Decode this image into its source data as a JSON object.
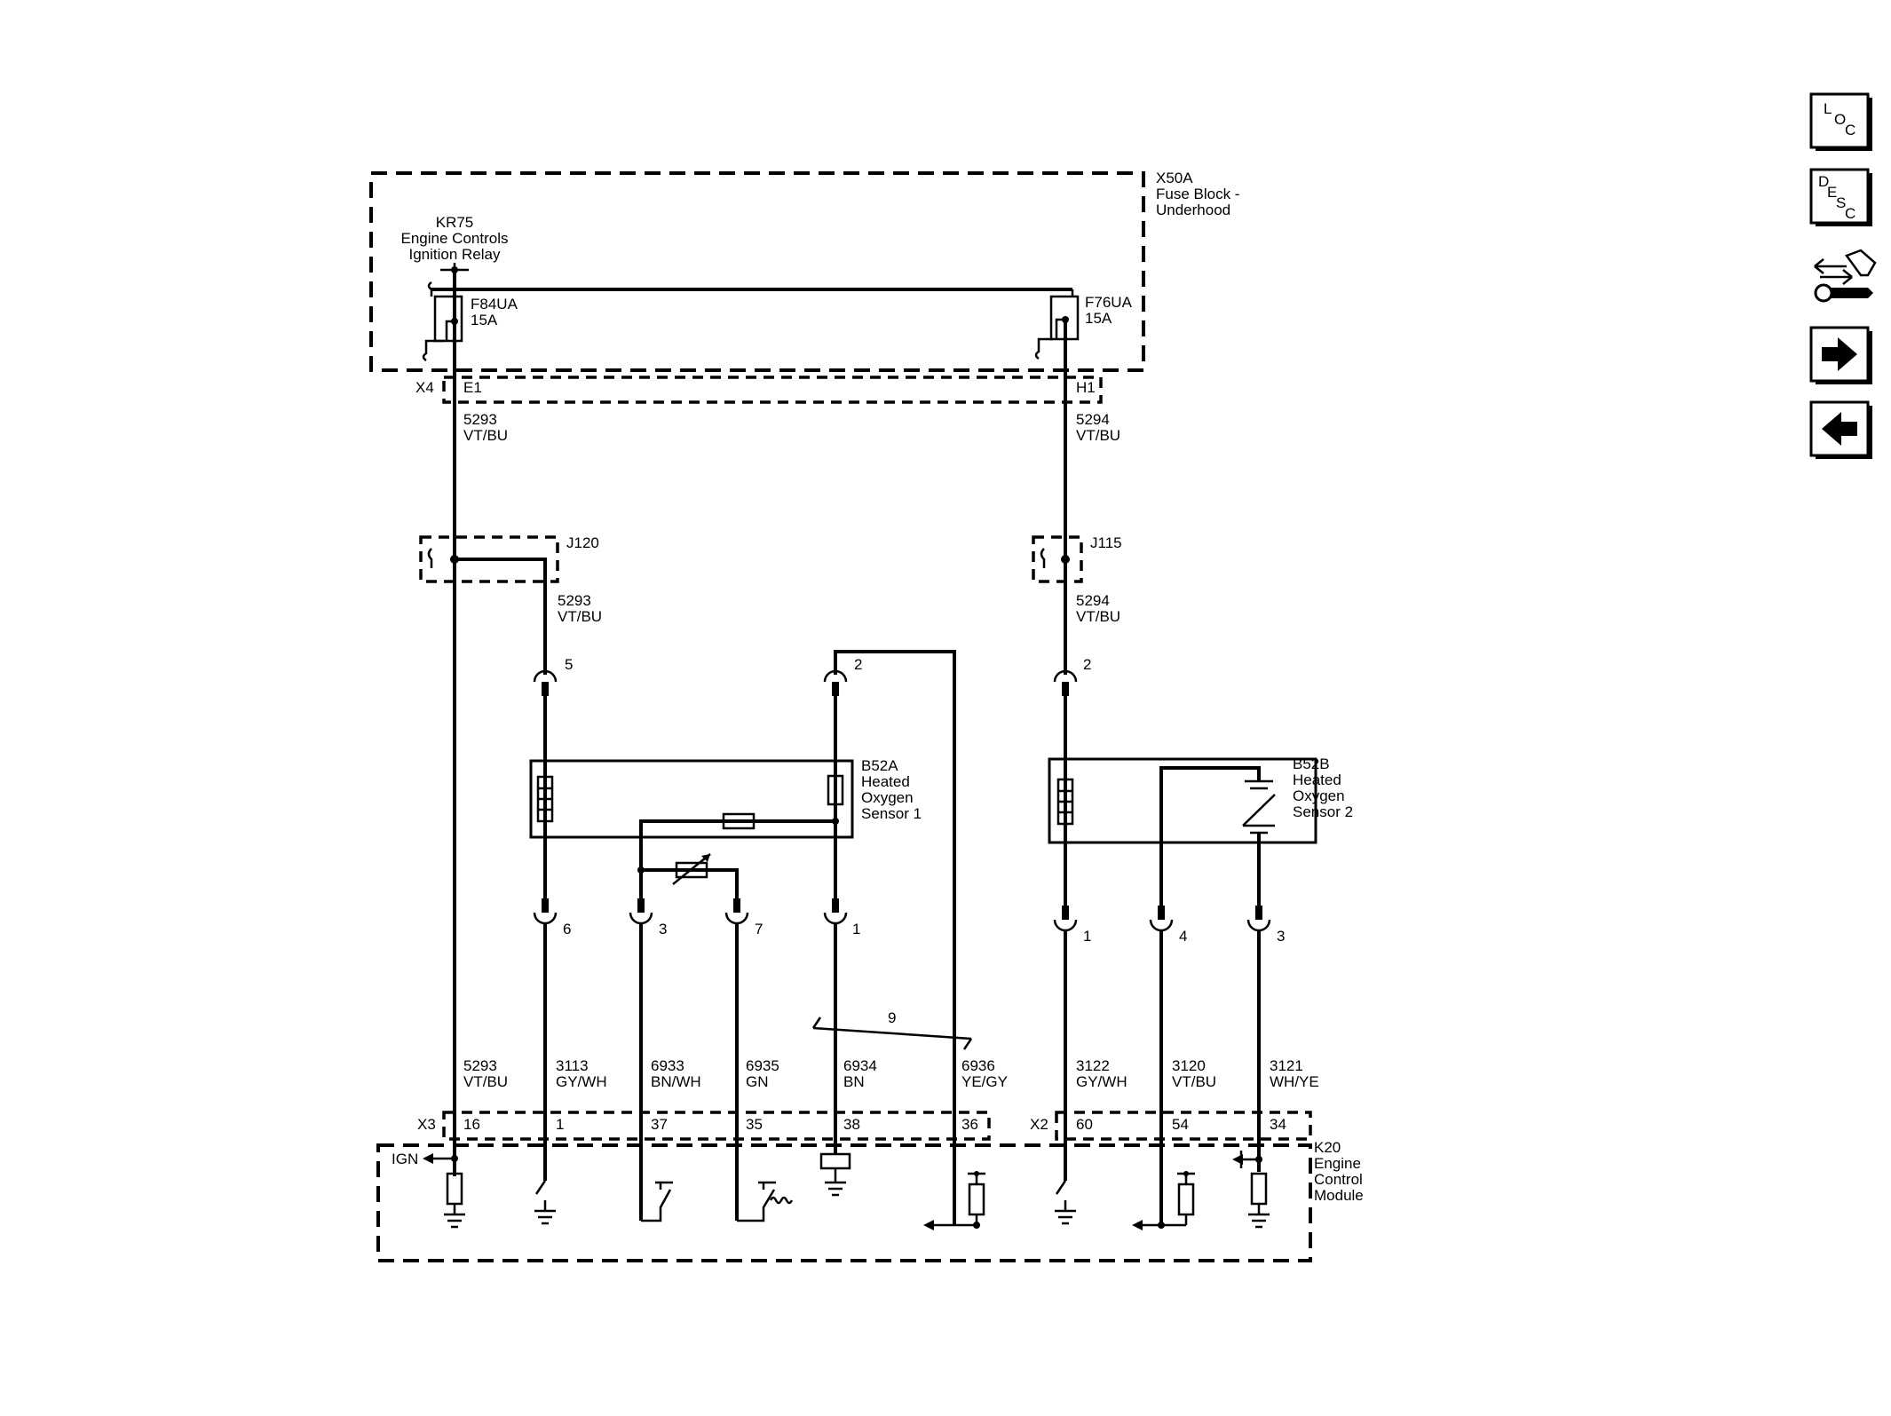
{
  "fuse_block": {
    "id": "X50A",
    "line1": "Fuse Block -",
    "line2": "Underhood"
  },
  "relay": {
    "id": "KR75",
    "line1": "Engine Controls",
    "line2": "Ignition Relay"
  },
  "fuse1": {
    "id": "F84UA",
    "rating": "15A"
  },
  "fuse2": {
    "id": "F76UA",
    "rating": "15A"
  },
  "conn_x4": {
    "id": "X4",
    "pin_e1": "E1",
    "pin_h1": "H1"
  },
  "wire_5293_top": {
    "num": "5293",
    "color": "VT/BU"
  },
  "wire_5294_top": {
    "num": "5294",
    "color": "VT/BU"
  },
  "splice_j120": "J120",
  "splice_j115": "J115",
  "wire_5293_mid": {
    "num": "5293",
    "color": "VT/BU"
  },
  "wire_5294_mid": {
    "num": "5294",
    "color": "VT/BU"
  },
  "sensor1": {
    "id": "B52A",
    "line1": "Heated",
    "line2": "Oxygen",
    "line3": "Sensor 1",
    "pins_top": [
      "5",
      "2"
    ],
    "pins_bottom": [
      "6",
      "3",
      "7",
      "1"
    ]
  },
  "sensor2": {
    "id": "B52B",
    "line1": "Heated",
    "line2": "Oxygen",
    "line3": "Sensor 2",
    "pins_top": [
      "2"
    ],
    "pins_bottom": [
      "1",
      "4",
      "3"
    ]
  },
  "twisted_pair": "9",
  "wires_bottom": [
    {
      "num": "5293",
      "color": "VT/BU"
    },
    {
      "num": "3113",
      "color": "GY/WH"
    },
    {
      "num": "6933",
      "color": "BN/WH"
    },
    {
      "num": "6935",
      "color": "GN"
    },
    {
      "num": "6934",
      "color": "BN"
    },
    {
      "num": "6936",
      "color": "YE/GY"
    },
    {
      "num": "3122",
      "color": "GY/WH"
    },
    {
      "num": "3120",
      "color": "VT/BU"
    },
    {
      "num": "3121",
      "color": "WH/YE"
    }
  ],
  "conn_x3": {
    "id": "X3",
    "pins": [
      "16",
      "1",
      "37",
      "35",
      "38",
      "36"
    ]
  },
  "conn_x2": {
    "id": "X2",
    "pins": [
      "60",
      "54",
      "34"
    ]
  },
  "ecm": {
    "id": "K20",
    "line1": "Engine",
    "line2": "Control",
    "line3": "Module",
    "ign": "IGN"
  },
  "side_buttons": {
    "loc": {
      "c1": "L",
      "c2": "O",
      "c3": "C"
    },
    "desc": {
      "c1": "D",
      "c2": "E",
      "c3": "S",
      "c4": "C"
    },
    "connector_icon": "connector-wrench-icon",
    "next_icon": "arrow-right-icon",
    "prev_icon": "arrow-left-icon"
  }
}
